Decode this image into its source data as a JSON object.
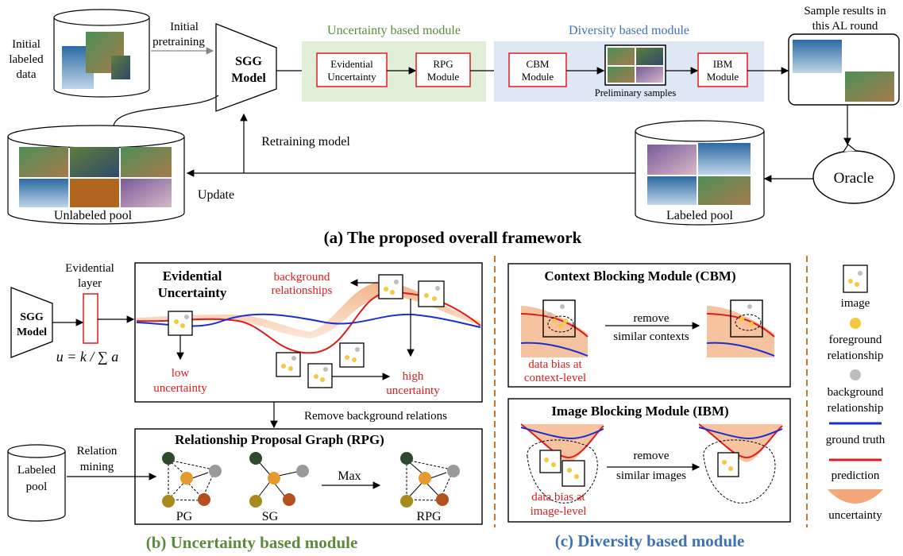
{
  "panel_a": {
    "caption": "(a) The proposed overall framework",
    "initial_data": [
      "Initial",
      "labeled",
      "data"
    ],
    "initial_pretraining": [
      "Initial",
      "pretraining"
    ],
    "sgg_model": [
      "SGG",
      "Model"
    ],
    "uncertainty_module_title": "Uncertainty based module",
    "diversity_module_title": "Diversity based module",
    "evidential_uncertainty_box": [
      "Evidential",
      "Uncertainty"
    ],
    "rpg_module_box": [
      "RPG",
      "Module"
    ],
    "cbm_module_box": [
      "CBM",
      "Module"
    ],
    "ibm_module_box": [
      "IBM",
      "Module"
    ],
    "preliminary_samples": "Preliminary samples",
    "sample_results": [
      "Sample results in",
      "this AL round"
    ],
    "oracle": "Oracle",
    "retraining_model": "Retraining model",
    "update": "Update",
    "unlabeled_pool": "Unlabeled pool",
    "labeled_pool": "Labeled pool"
  },
  "panel_b": {
    "caption": "(b) Uncertainty based module",
    "evidential_layer": [
      "Evidential",
      "layer"
    ],
    "sgg_model": [
      "SGG",
      "Model"
    ],
    "formula": "u = k / ∑ a",
    "eu_title": [
      "Evidential",
      "Uncertainty"
    ],
    "background_relationships": [
      "background",
      "relationships"
    ],
    "low_uncertainty": [
      "low",
      "uncertainty"
    ],
    "high_uncertainty": [
      "high",
      "uncertainty"
    ],
    "remove_background": "Remove background relations",
    "rpg_title": "Relationship Proposal Graph (RPG)",
    "labeled_pool": [
      "Labeled",
      "pool"
    ],
    "relation_mining": [
      "Relation",
      "mining"
    ],
    "pg": "PG",
    "sg": "SG",
    "max": "Max",
    "rpg": "RPG"
  },
  "panel_c": {
    "caption": "(c) Diversity based module",
    "cbm_title": "Context Blocking Module (CBM)",
    "remove_contexts": [
      "remove",
      "similar contexts"
    ],
    "bias_context": [
      "data bias at",
      "context-level"
    ],
    "ibm_title": "Image Blocking Module (IBM)",
    "remove_images": [
      "remove",
      "similar images"
    ],
    "bias_image": [
      "data bias at",
      "image-level"
    ]
  },
  "legend": {
    "image": "image",
    "foreground": [
      "foreground",
      "relationship"
    ],
    "background": [
      "background",
      "relationship"
    ],
    "ground_truth": "ground truth",
    "prediction": "prediction",
    "uncertainty": "uncertainty"
  },
  "colors": {
    "green_caption": "#5a8a3a",
    "blue_caption": "#3f72b5",
    "red": "#e01b1b",
    "blue": "#1a2fd0",
    "uncertainty_fill": "#f2a878",
    "green_band": "#e1eed8",
    "blue_band": "#dde8f4",
    "dash_sep": "#c8752a"
  }
}
